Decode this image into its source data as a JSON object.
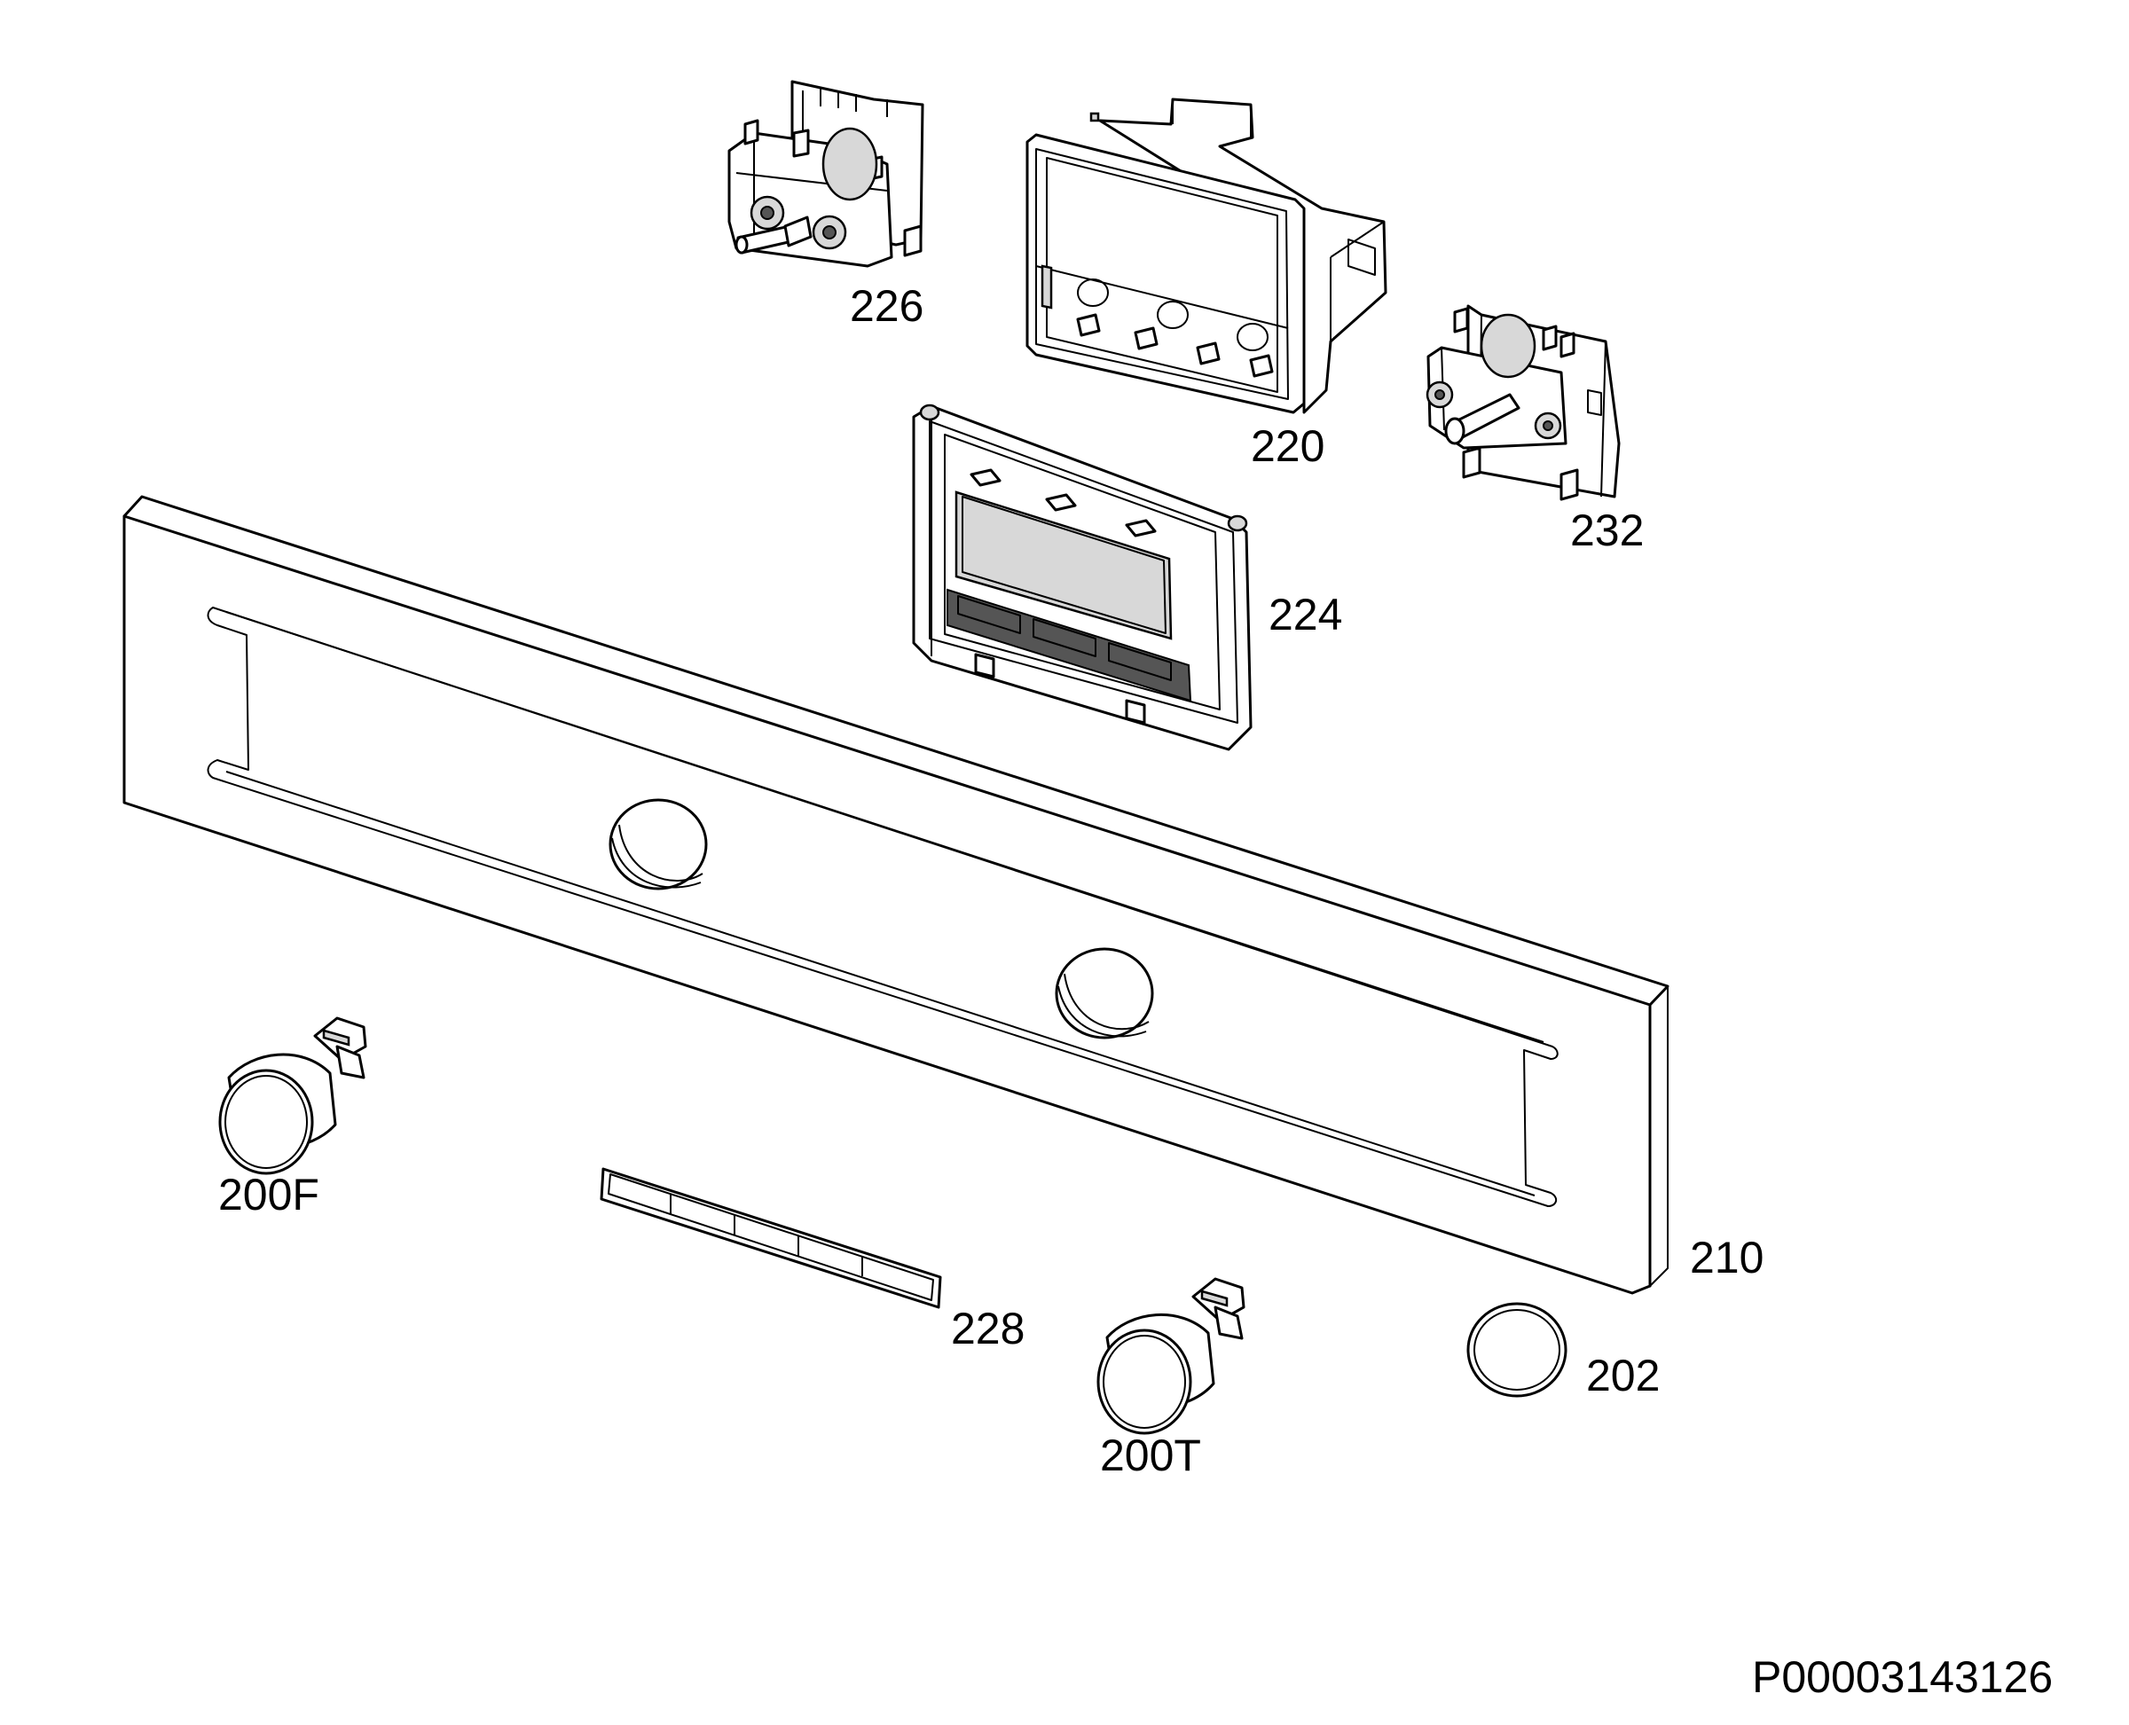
{
  "parts": [
    {
      "id": "part-226",
      "label": "226"
    },
    {
      "id": "part-220",
      "label": "220"
    },
    {
      "id": "part-232",
      "label": "232"
    },
    {
      "id": "part-224",
      "label": "224"
    },
    {
      "id": "part-210",
      "label": "210"
    },
    {
      "id": "part-200F",
      "label": "200F"
    },
    {
      "id": "part-228",
      "label": "228"
    },
    {
      "id": "part-200T",
      "label": "200T"
    },
    {
      "id": "part-202",
      "label": "202"
    }
  ],
  "document_code": "P00003143126"
}
